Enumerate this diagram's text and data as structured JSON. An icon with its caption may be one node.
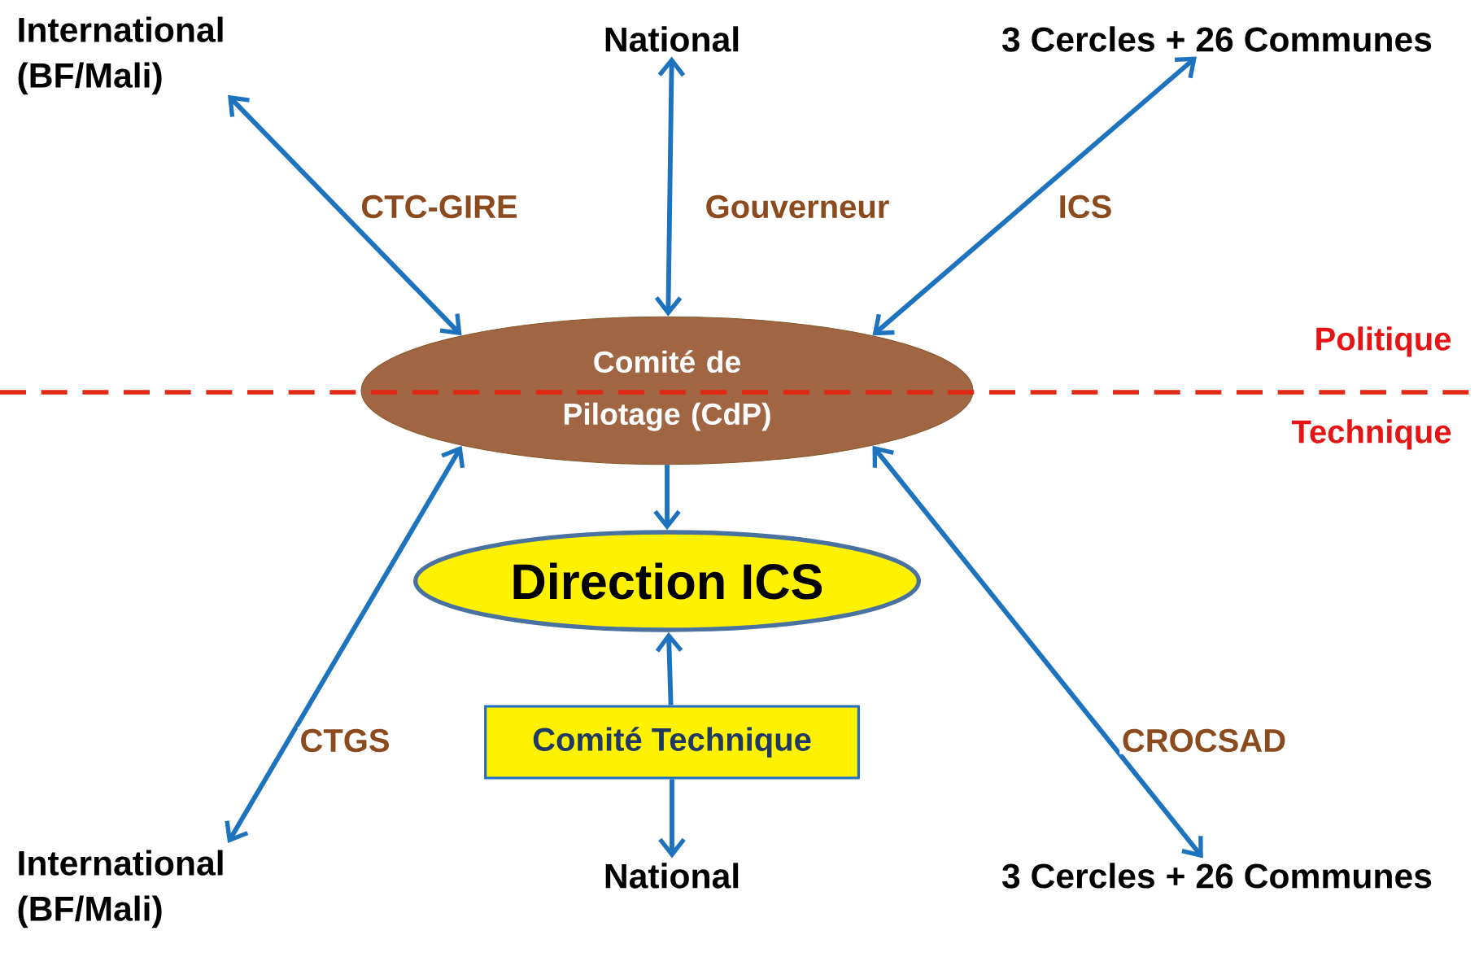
{
  "diagram": {
    "nodes": [
      {
        "text": [
          "International (BF/Mali)"
        ]
      },
      {
        "text": [
          "National"
        ]
      },
      {
        "text": [
          "3 Cercles + 26 Communes"
        ]
      },
      {
        "text": [
          "Comité de Pilotage (CdP)"
        ]
      },
      {
        "text": [
          "Direction ICS"
        ]
      },
      {
        "text": [
          "Comité Technique"
        ]
      },
      {
        "text": [
          "International (BF/Mali)"
        ]
      },
      {
        "text": [
          "National"
        ]
      },
      {
        "text": [
          "3 Cercles + 26 Communes"
        ]
      }
    ],
    "edges": [
      {
        "from": 0,
        "to": 3,
        "arrow": "both",
        "label": "CTC-GIRE"
      },
      {
        "from": 1,
        "to": 3,
        "arrow": "both",
        "label": "Gouverneur"
      },
      {
        "from": 2,
        "to": 3,
        "arrow": "both",
        "label": "ICS"
      },
      {
        "from": 3,
        "to": 4,
        "arrow": "to"
      },
      {
        "from": 3,
        "to": 6,
        "arrow": "both",
        "label": "CTGS"
      },
      {
        "from": 3,
        "to": 8,
        "arrow": "both",
        "label": "CROCSAD"
      },
      {
        "from": 5,
        "to": 4,
        "arrow": "to"
      },
      {
        "from": 5,
        "to": 7,
        "arrow": "to"
      }
    ],
    "labels": [
      "Politique",
      "Technique"
    ]
  }
}
